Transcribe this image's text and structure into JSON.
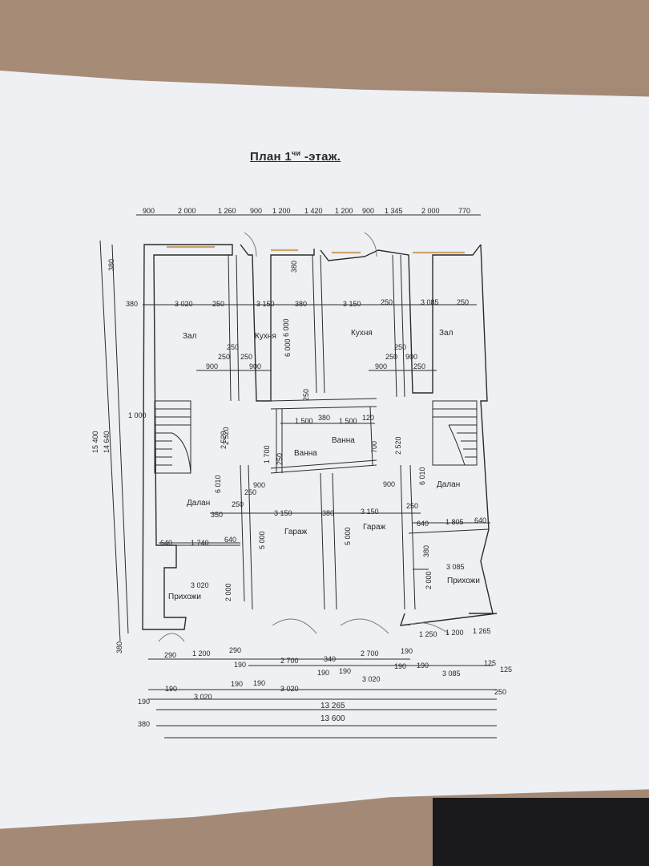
{
  "title": {
    "main": "План 1",
    "sup": "чи",
    "suffix": " -этаж."
  },
  "rooms": {
    "zal_left": "Зал",
    "kukhnya_left": "Кухня",
    "kukhnya_right": "Кухня",
    "zal_right": "Зал",
    "vanna_left": "Ванна",
    "vanna_right": "Ванна",
    "dalan_left": "Далан",
    "dalan_right": "Далан",
    "garazh_left": "Гараж",
    "garazh_right": "Гараж",
    "prikhozhi_left": "Прихожи",
    "prikhozhi_right": "Прихожи"
  },
  "dims_top": [
    "900",
    "2 000",
    "1 260",
    "900",
    "1 200",
    "1 420",
    "1 200",
    "900",
    "1 345",
    "2 000",
    "770"
  ],
  "dims_row1": [
    "380",
    "3 020",
    "250",
    "3 150",
    "380",
    "3 150",
    "250",
    "3 085",
    "250"
  ],
  "dims_small": [
    "250",
    "250",
    "250",
    "900",
    "900",
    "250",
    "250",
    "900",
    "900",
    "250"
  ],
  "dims_mid": [
    "1 000",
    "1 500",
    "380",
    "1 500",
    "120",
    "250",
    "2 520",
    "2 520",
    "250",
    "1 700",
    "700",
    "250"
  ],
  "dims_row2": [
    "900",
    "250",
    "350",
    "3 150",
    "380",
    "3 150",
    "250",
    "900"
  ],
  "dims_vert": [
    "380",
    "6 000",
    "380",
    "6 000",
    "2 520",
    "6 010",
    "6 010",
    "5 000",
    "5 000",
    "2 000",
    "2 000",
    "15 400",
    "14 640",
    "380",
    "380"
  ],
  "dims_row3": [
    "640",
    "1 740",
    "640",
    "640",
    "1 805",
    "640",
    "3 020",
    "3 085"
  ],
  "dims_bot1": [
    "290",
    "1 200",
    "290",
    "1 250",
    "1 200",
    "1 265"
  ],
  "dims_bot2": [
    "190",
    "2 700",
    "340",
    "2 700",
    "190",
    "190",
    "190",
    "190",
    "190",
    "125",
    "125"
  ],
  "dims_bot3": [
    "190",
    "190",
    "3 020",
    "190",
    "190",
    "3 020",
    "3 020",
    "3 085",
    "250"
  ],
  "dims_totals": [
    "13 265",
    "13 600"
  ]
}
